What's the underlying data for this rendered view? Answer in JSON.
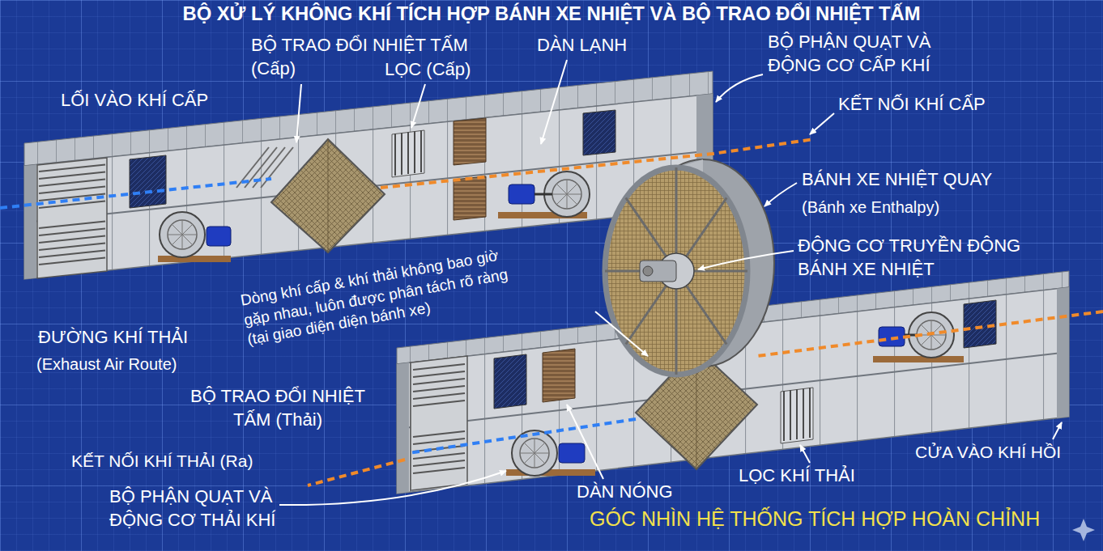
{
  "diagram": {
    "title": "BỘ XỬ LÝ KHÔNG KHÍ TÍCH HỢP BÁNH XE NHIỆT VÀ BỘ TRAO ĐỔI NHIỆT TẤM",
    "caption": "GÓC NHÌN HỆ THỐNG TÍCH HỢP HOÀN CHỈNH",
    "labels": [
      "LỐI VÀO KHÍ CẤP",
      "BỘ TRAO ĐỔI NHIỆT TẤM (Cấp)",
      "LỌC (Cấp)",
      "DÀN LẠNH",
      "BỘ PHẬN QUẠT VÀ ĐỘNG CƠ CẤP KHÍ",
      "KẾT NỐI KHÍ CẤP",
      "BÁNH XE NHIỆT QUAY",
      "(Bánh xe Enthalpy)",
      "ĐỘNG CƠ TRUYỀN ĐỘNG BÁNH XE NHIỆT",
      "Dòng khí cấp & khí thải không bao giờ gặp nhau, luôn được phân tách rõ ràng (tại giao diện diện bánh xe)",
      "ĐƯỜNG KHÍ THẢI",
      "(Exhaust Air Route)",
      "BỘ TRAO ĐỔI NHIỆT TẤM (Thải)",
      "KẾT NỐI KHÍ THẢI (Ra)",
      "BỘ PHẬN QUẠT VÀ ĐỘNG CƠ THẢI KHÍ",
      "DÀN NÓNG",
      "LỌC KHÍ THẢI",
      "CỬA VÀO KHÍ HỒI"
    ]
  }
}
